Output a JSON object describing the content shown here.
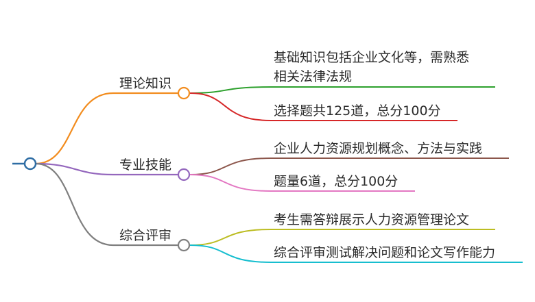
{
  "mindmap": {
    "root": {
      "label": ""
    },
    "branches": [
      {
        "label": "理论知识",
        "color": "#f28c1e",
        "children": [
          {
            "label_line1": "基础知识包括企业文化等，需熟悉",
            "label_line2": "相关法律法规",
            "color": "#2ca02c"
          },
          {
            "label": "选择题共125道，总分100分",
            "color": "#d62728"
          }
        ]
      },
      {
        "label": "专业技能",
        "color": "#9467bd",
        "children": [
          {
            "label": "企业人力资源规划概念、方法与实践",
            "color": "#8c564b"
          },
          {
            "label": "题量6道，总分100分",
            "color": "#e377c2"
          }
        ]
      },
      {
        "label": "综合评审",
        "color": "#7f7f7f",
        "children": [
          {
            "label": "考生需答辩展示人力资源管理论文",
            "color": "#bcbd22"
          },
          {
            "label": "综合评审测试解决问题和论文写作能力",
            "color": "#17becf"
          }
        ]
      }
    ]
  }
}
